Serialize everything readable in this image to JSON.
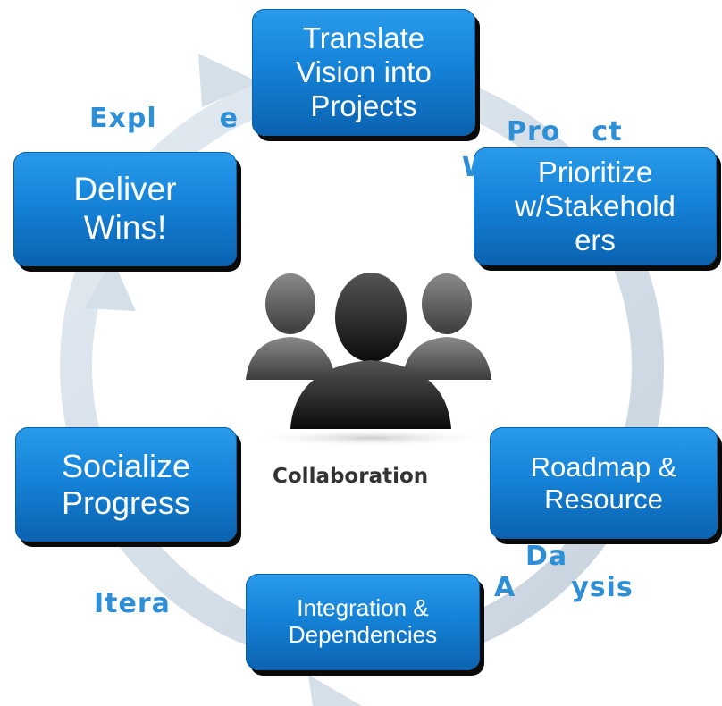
{
  "diagram": {
    "center_label": "Collaboration",
    "steps": [
      {
        "label": "Translate\nVision into\nProjects"
      },
      {
        "label": "Prioritize\nw/Stakehold\ners"
      },
      {
        "label": "Roadmap &\nResource"
      },
      {
        "label": "Integration &\nDependencies"
      },
      {
        "label": "Socialize\nProgress"
      },
      {
        "label": "Deliver\nWins!"
      }
    ],
    "partial_labels": {
      "explore": "Expl",
      "explore_tail": "e",
      "project": "Pro",
      "project_tail": "ct",
      "project_w": "W",
      "data": "Da",
      "analysis_a": "A",
      "analysis_tail": "ysis",
      "iterate": "Itera"
    },
    "colors": {
      "box_top": "#2a9bea",
      "box_bottom": "#0b62b0",
      "ring": "#d5dfe8",
      "peek_text": "#2e8fd6"
    }
  }
}
